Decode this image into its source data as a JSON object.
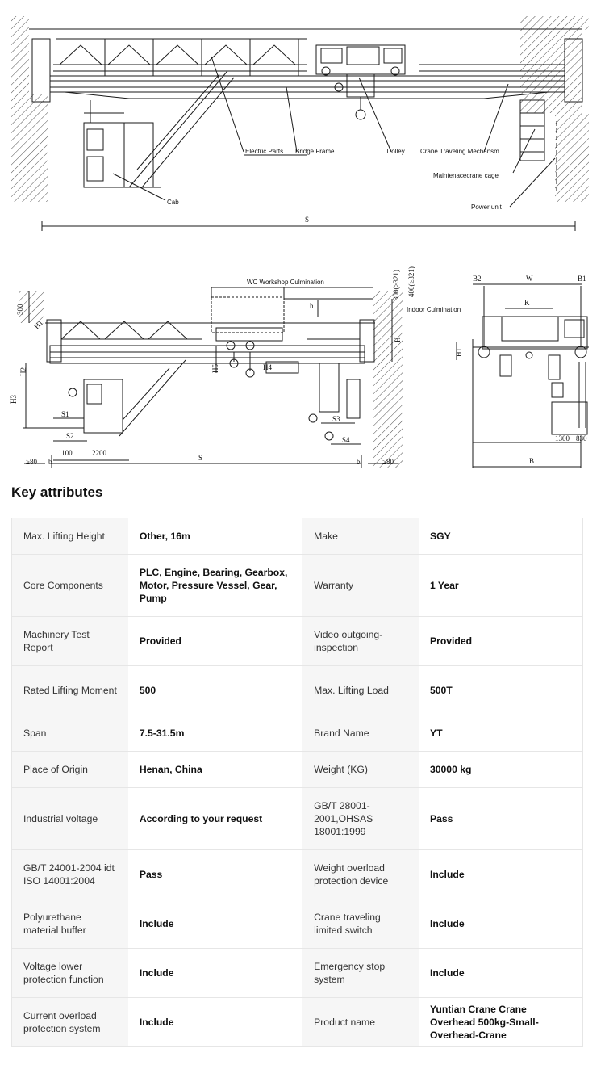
{
  "drawing_labels": {
    "electric_parts": "Electric Parts",
    "bridge_frame": "Bridge Frame",
    "trolley": "Trolley",
    "crane_traveling_mechanism": "Crane Traveling Mechansm",
    "maintenance_cage": "Maintenacecrane cage",
    "cab": "Cab",
    "power_unit": "Power unit",
    "span_top": "S",
    "wc_workshop": "WC Workshop Culmination",
    "indoor_culmination": "Indoor Culmination",
    "dim_300_321": "300(≥321)",
    "dim_400_321": "400(≥321)",
    "dim_300": "300",
    "h": "h",
    "H": "H",
    "H1": "H1",
    "H2": "H2",
    "H3": "H3",
    "H4": "H4",
    "H5": "H5",
    "S1": "S1",
    "S2": "S2",
    "S3": "S3",
    "S4": "S4",
    "d1100": "1100",
    "d2200": "2200",
    "S_mid": "S",
    "ge80_left": "≥80",
    "ge80_right": "≥80",
    "b_left": "b",
    "b_right": "b",
    "B2": "B2",
    "W": "W",
    "B1": "B1",
    "K": "K",
    "H1_side": "H1",
    "d1300": "1300",
    "d830": "830",
    "B": "B"
  },
  "section_title": "Key attributes",
  "attributes": [
    {
      "k1": "Max. Lifting Height",
      "v1": "Other, 16m",
      "k2": "Make",
      "v2": "SGY"
    },
    {
      "k1": "Core Components",
      "v1": "PLC, Engine, Bearing, Gearbox, Motor, Pressure Vessel, Gear, Pump",
      "k2": "Warranty",
      "v2": "1 Year"
    },
    {
      "k1": "Machinery Test Report",
      "v1": "Provided",
      "k2": "Video outgoing-inspection",
      "v2": "Provided"
    },
    {
      "k1": "Rated Lifting Moment",
      "v1": "500",
      "k2": "Max. Lifting Load",
      "v2": "500T"
    },
    {
      "k1": "Span",
      "v1": "7.5-31.5m",
      "k2": "Brand Name",
      "v2": "YT"
    },
    {
      "k1": "Place of Origin",
      "v1": "Henan, China",
      "k2": "Weight (KG)",
      "v2": "30000 kg"
    },
    {
      "k1": "Industrial voltage",
      "v1": "According to your request",
      "k2": "GB/T 28001-2001,OHSAS 18001:1999",
      "v2": "Pass"
    },
    {
      "k1": "GB/T 24001-2004 idt ISO 14001:2004",
      "v1": "Pass",
      "k2": "Weight overload protection device",
      "v2": "Include"
    },
    {
      "k1": "Polyurethane material buffer",
      "v1": "Include",
      "k2": "Crane traveling limited switch",
      "v2": "Include"
    },
    {
      "k1": "Voltage lower protection function",
      "v1": "Include",
      "k2": "Emergency stop system",
      "v2": "Include"
    },
    {
      "k1": "Current overload protection system",
      "v1": "Include",
      "k2": "Product name",
      "v2": "Yuntian Crane Crane Overhead 500kg-Small-Overhead-Crane"
    }
  ]
}
